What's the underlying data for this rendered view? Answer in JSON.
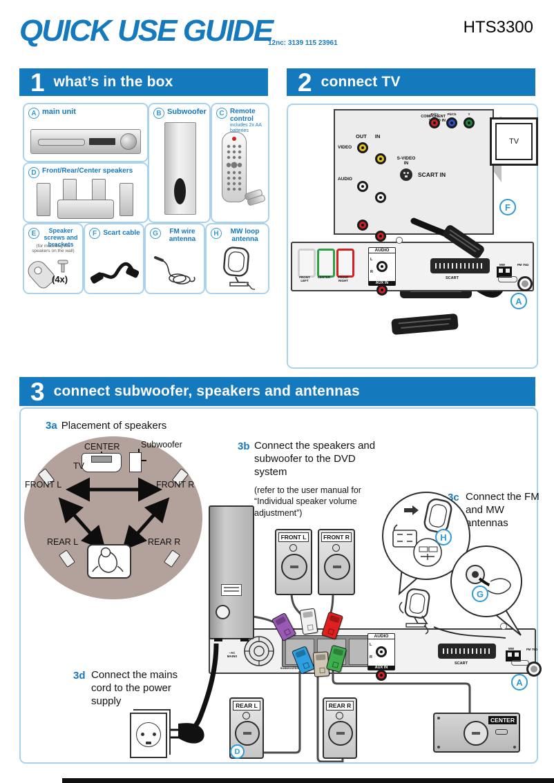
{
  "page": {
    "title": "QUICK USE GUIDE",
    "code": "12nc: 3139 115 23961",
    "model": "HTS3300"
  },
  "colors": {
    "accent": "#1579be",
    "card_border": "#a9d2ef",
    "placement_circle": "#b3a19b",
    "plug_purple": "#9b59b6",
    "plug_white": "#f2f2f2",
    "plug_red": "#e02020",
    "plug_blue": "#2e9fe0",
    "plug_beige": "#cfc6b4",
    "plug_green": "#3faf4e"
  },
  "section1": {
    "number": "1",
    "title": "what’s in the box",
    "items": [
      {
        "letter": "A",
        "label": "main unit"
      },
      {
        "letter": "B",
        "label": "Subwoofer"
      },
      {
        "letter": "C",
        "label": "Remote control",
        "note": "includes 2x AA batteries"
      },
      {
        "letter": "D",
        "label": "Front/Rear/Center speakers"
      },
      {
        "letter": "E",
        "label": "Speaker screws and brackets",
        "note": "(for mounting the speakers on the wall)",
        "qty": "(4x)"
      },
      {
        "letter": "F",
        "label": "Scart cable"
      },
      {
        "letter": "G",
        "label": "FM wire antenna"
      },
      {
        "letter": "H",
        "label": "MW loop antenna"
      }
    ]
  },
  "section2": {
    "number": "2",
    "title": "connect TV",
    "tv_panel": {
      "component": "COMPONENT VIDEO IN",
      "jack_labels": [
        "Pr/Cr",
        "Pb/Cb",
        "Y"
      ],
      "out_in": "OUT IN",
      "video": "VIDEO",
      "audio": "AUDIO",
      "svideo": "S-VIDEO IN",
      "scart_in": "SCART IN"
    },
    "tv_label": "TV",
    "callout_cable": "F",
    "callout_unit": "A"
  },
  "unit_panel": {
    "front_left": "FRONT LEFT",
    "center": "CENTER",
    "front_right": "FRONT RIGHT",
    "audio": "AUDIO",
    "left": "L",
    "right": "R",
    "aux_in": "AUX IN",
    "mw": "MW",
    "fm": "FM 75Ω",
    "scart": "SCART",
    "ac_mains": "~AC MAINS",
    "subwoofer_term": "SUBWOOFER"
  },
  "section3": {
    "number": "3",
    "title": "connect subwoofer, speakers and antennas",
    "a": {
      "num": "3a",
      "text": "Placement of speakers"
    },
    "b": {
      "num": "3b",
      "text": "Connect the speakers and subwoofer to the DVD system",
      "note": "(refer to the user manual for “Individual speaker volume adjustment”)"
    },
    "c": {
      "num": "3c",
      "text": "Connect the FM and MW antennas"
    },
    "d": {
      "num": "3d",
      "text": "Connect the mains cord to the power supply"
    },
    "placement": {
      "center": "CENTER",
      "subwoofer": "Subwoofer",
      "tv": "TV",
      "front_l": "FRONT L",
      "front_r": "FRONT R",
      "rear_l": "REAR L",
      "rear_r": "REAR R"
    },
    "speakers": {
      "front_l": "FRONT L",
      "front_r": "FRONT R",
      "rear_l": "REAR L",
      "rear_r": "REAR R",
      "center": "CENTER"
    },
    "callout_h": "H",
    "callout_g": "G",
    "callout_a": "A",
    "callout_d": "D"
  }
}
